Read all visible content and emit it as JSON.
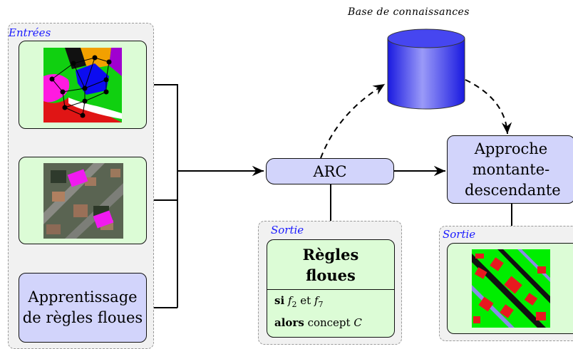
{
  "knowledge_base_label": "Base de connaissances",
  "inputs": {
    "label": "Entrées",
    "learning_box": "Apprentissage de règles floues"
  },
  "arc_label": "ARC",
  "approach_label": "Approche montante-descendante",
  "output_rules": {
    "label": "Sortie",
    "title": "Règles floues",
    "if_kw": "si",
    "f_a": "f",
    "f_a_sub": "2",
    "and_kw": "et",
    "f_b": "f",
    "f_b_sub": "7",
    "then_kw": "alors",
    "concept_word": "concept",
    "concept_var": "C"
  },
  "output_map": {
    "label": "Sortie"
  },
  "colors": {
    "green_box": "#dcfcd6",
    "blue_box": "#d2d4fb",
    "group_label": "#1a1aff",
    "cylinder": "#3d3df0",
    "map_green": "#00ee00",
    "map_red": "#e8191f",
    "map_periwinkle": "#8a8ae8"
  },
  "icons": [
    "segmentation-graph-icon",
    "aerial-photo-icon",
    "classified-map-icon",
    "database-cylinder-icon"
  ]
}
